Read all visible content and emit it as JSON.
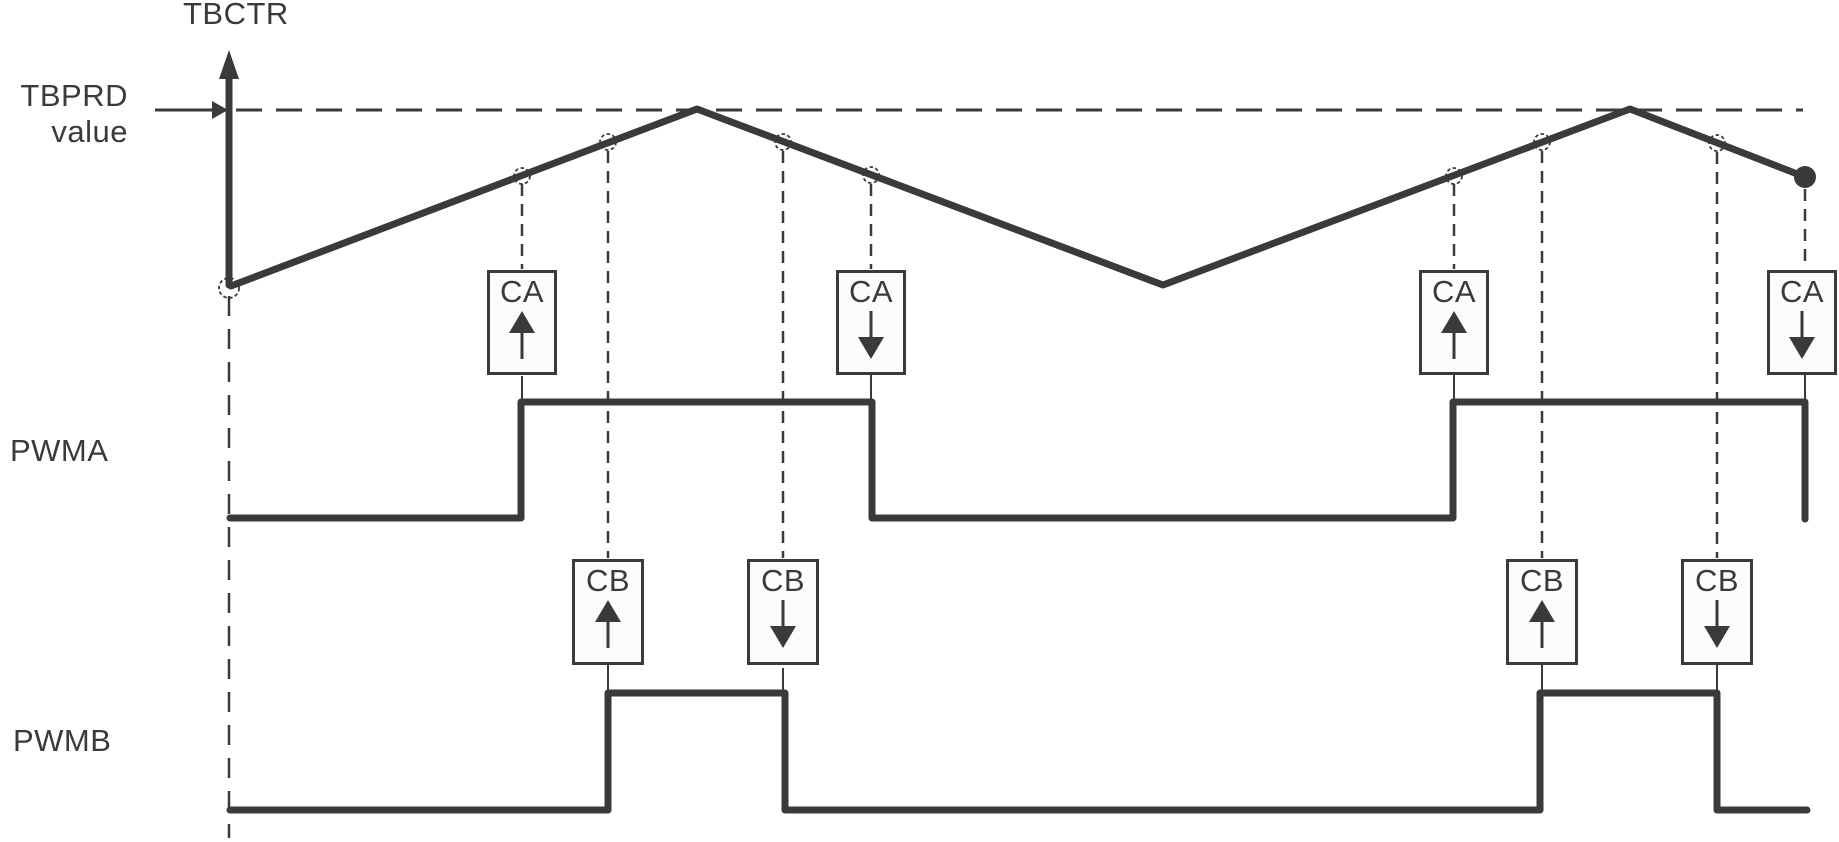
{
  "diagram": {
    "title": "TBCTR",
    "reference_label_line1": "TBPRD",
    "reference_label_line2": "value",
    "signal_a_label": "PWMA",
    "signal_b_label": "PWMB"
  },
  "events": [
    {
      "label": "CA",
      "direction": "up",
      "signal": "PWMA",
      "edge": "rising"
    },
    {
      "label": "CA",
      "direction": "down",
      "signal": "PWMA",
      "edge": "falling"
    },
    {
      "label": "CA",
      "direction": "up",
      "signal": "PWMA",
      "edge": "rising"
    },
    {
      "label": "CA",
      "direction": "down",
      "signal": "PWMA",
      "edge": "falling"
    },
    {
      "label": "CB",
      "direction": "up",
      "signal": "PWMB",
      "edge": "rising"
    },
    {
      "label": "CB",
      "direction": "down",
      "signal": "PWMB",
      "edge": "falling"
    },
    {
      "label": "CB",
      "direction": "up",
      "signal": "PWMB",
      "edge": "rising"
    },
    {
      "label": "CB",
      "direction": "down",
      "signal": "PWMB",
      "edge": "falling"
    }
  ],
  "waveforms": {
    "counter": {
      "name": "TBCTR",
      "shape": "triangle",
      "periods_shown": 2,
      "peak_reference": "TBPRD value"
    },
    "pwma": {
      "pulses": 2,
      "rising_on": "CA up",
      "falling_on": "CA down"
    },
    "pwmb": {
      "pulses": 2,
      "rising_on": "CB up",
      "falling_on": "CB down"
    }
  },
  "colors": {
    "line": "#3a3a3a",
    "box_fill": "#fcfcfc",
    "background": "#ffffff"
  }
}
